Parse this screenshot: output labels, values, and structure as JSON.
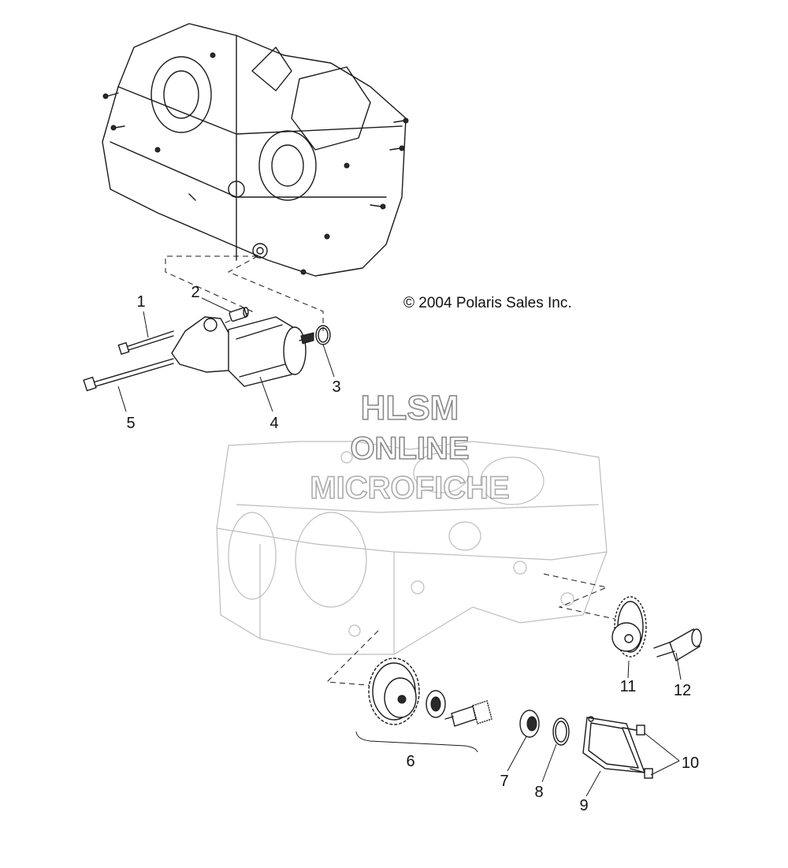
{
  "copyright": "© 2004 Polaris Sales Inc.",
  "watermark": {
    "line1": "HLSM",
    "line2": "ONLINE",
    "line3": "MICROFICHE"
  },
  "callouts": [
    {
      "id": "1",
      "text": "1"
    },
    {
      "id": "2",
      "text": "2"
    },
    {
      "id": "3",
      "text": "3"
    },
    {
      "id": "4",
      "text": "4"
    },
    {
      "id": "5",
      "text": "5"
    },
    {
      "id": "6",
      "text": "6"
    },
    {
      "id": "7",
      "text": "7"
    },
    {
      "id": "8",
      "text": "8"
    },
    {
      "id": "9",
      "text": "9"
    },
    {
      "id": "10",
      "text": "10"
    },
    {
      "id": "11",
      "text": "11"
    },
    {
      "id": "12",
      "text": "12"
    }
  ],
  "colors": {
    "ink": "#1a1a1a",
    "watermark": "#8a8a8a",
    "background": "#ffffff"
  }
}
